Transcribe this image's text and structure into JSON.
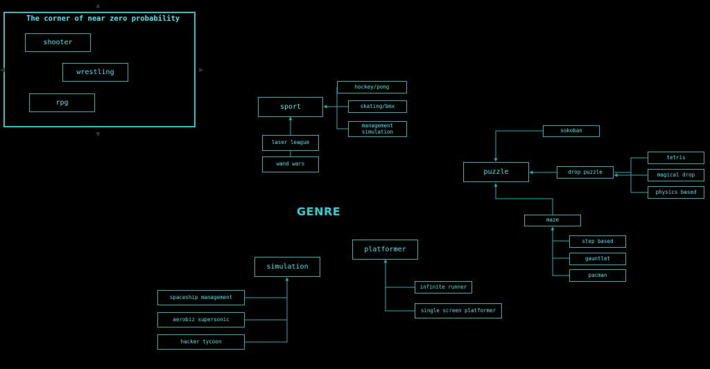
{
  "colors": {
    "background": "#000000",
    "accent": "#3fe6e6",
    "line": "#1ab5b5"
  },
  "frame": {
    "title": "The corner of near zero probability",
    "items": [
      "shooter",
      "wrestling",
      "rpg"
    ]
  },
  "center_label": "GENRE",
  "sport": {
    "label": "sport",
    "children": [
      "hockey/pong",
      "skating/bmx",
      "management simulation"
    ],
    "inputs": [
      "laser league",
      "wand wars"
    ]
  },
  "puzzle": {
    "label": "puzzle",
    "above": "sokoban",
    "drop": {
      "label": "drop puzzle",
      "children": [
        "tetris",
        "magical drop",
        "physics based"
      ]
    },
    "maze": {
      "label": "maze",
      "children": [
        "step based",
        "gauntlet",
        "pacman"
      ]
    }
  },
  "platformer": {
    "label": "platformer",
    "children": [
      "infinite runner",
      "single screen platformer"
    ]
  },
  "simulation": {
    "label": "simulation",
    "children": [
      "spaceship management",
      "aerobiz supersonic",
      "hacker tycoon"
    ]
  },
  "icons": [
    "arrow-up-handle-icon",
    "arrow-down-handle-icon",
    "arrow-right-handle-icon",
    "arrow-left-handle-icon"
  ]
}
